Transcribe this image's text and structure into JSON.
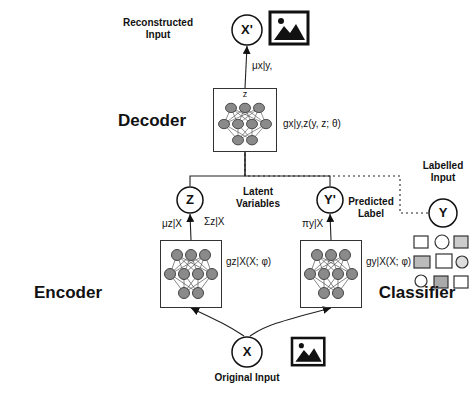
{
  "diagram": {
    "nodes": [
      {
        "text": [
          "X'",
          "Reconstructed Input"
        ]
      },
      {
        "text": [
          "Decoder",
          "z"
        ]
      },
      {
        "text": [
          "Z"
        ]
      },
      {
        "text": [
          "Y'",
          "Predicted Label"
        ]
      },
      {
        "text": [
          "Y",
          "Labelled Input"
        ]
      },
      {
        "text": [
          "Encoder"
        ]
      },
      {
        "text": [
          "Classifier"
        ]
      },
      {
        "text": [
          "X",
          "Original Input"
        ]
      }
    ],
    "edges": [
      {
        "from": 1,
        "to": 0,
        "arrow": "to",
        "label": "μx|y,"
      },
      {
        "from": 2,
        "to": 1,
        "arrow": "none"
      },
      {
        "from": 3,
        "to": 1,
        "arrow": "none"
      },
      {
        "from": 4,
        "to": 1,
        "arrow": "none"
      },
      {
        "from": 5,
        "to": 2,
        "arrow": "to",
        "label": "μz|X"
      },
      {
        "from": 6,
        "to": 3,
        "arrow": "to",
        "label": "πy|X"
      },
      {
        "from": 7,
        "to": 5,
        "arrow": "to"
      },
      {
        "from": 7,
        "to": 6,
        "arrow": "to"
      }
    ],
    "labels": [
      "gx|y,z(y, z; θ)",
      "Latent Variables",
      "Σz|X",
      "gz|X(X; φ)",
      "gy|X(X; φ)"
    ]
  }
}
